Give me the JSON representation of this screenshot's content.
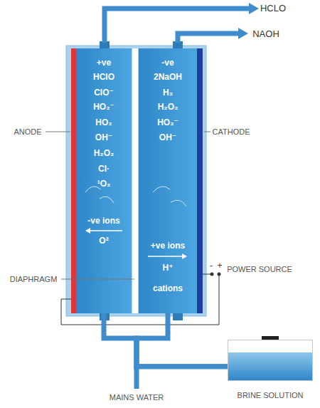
{
  "diagram": {
    "nodes": [
      {
        "text": [
          "+ve",
          "HClO",
          "ClO⁻",
          "HO₂⁻",
          "HO₂",
          "OH⁻",
          "H₂O₂",
          "Cl·",
          "¹O₂",
          "-ve ions",
          "O²"
        ]
      },
      {
        "text": [
          "-ve",
          "2NaOH",
          "H₂",
          "H₂O₂",
          "HO₂⁻",
          "OH⁻",
          "+ve ions",
          "H⁺",
          "cations"
        ]
      },
      {
        "text": [
          "BRINE SOLUTION"
        ]
      }
    ],
    "edges": [
      {
        "from": 2,
        "to": 0,
        "arrow": "none"
      },
      {
        "from": 2,
        "to": 1,
        "arrow": "none"
      }
    ],
    "labels": [
      "HCLO",
      "NAOH",
      "ANODE",
      "CATHODE",
      "DIAPHRAGM",
      "-",
      "+",
      "POWER SOURCE",
      "MAINS WATER"
    ]
  }
}
